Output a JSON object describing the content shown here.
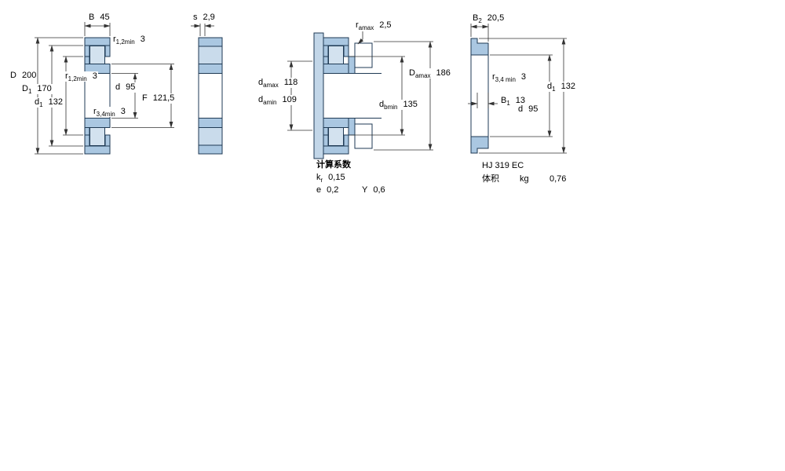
{
  "colors": {
    "ring_fill": "#aac7e1",
    "roller_fill": "#d3e2ef",
    "spacer_fill": "#c2d6e8",
    "outline": "#1f3a54",
    "dim_line": "#333333",
    "text": "#000000",
    "background": "#ffffff"
  },
  "drawing1": {
    "dims": {
      "B": {
        "base": "B",
        "sub": "",
        "value": "45"
      },
      "r12_top": {
        "base": "r",
        "sub": "1,2min",
        "value": "3"
      },
      "D": {
        "base": "D",
        "sub": "",
        "value": "200"
      },
      "D1": {
        "base": "D",
        "sub": "1",
        "value": "170"
      },
      "d1": {
        "base": "d",
        "sub": "1",
        "value": "132"
      },
      "r12_side": {
        "base": "r",
        "sub": "1,2min",
        "value": "3"
      },
      "d": {
        "base": "d",
        "sub": "",
        "value": "95"
      },
      "r34": {
        "base": "r",
        "sub": "3,4min",
        "value": "3"
      },
      "F": {
        "base": "F",
        "sub": "",
        "value": "121,5"
      }
    }
  },
  "drawing2": {
    "dims": {
      "s": {
        "base": "s",
        "sub": "",
        "value": "2,9"
      }
    }
  },
  "drawing3": {
    "dims": {
      "ra": {
        "base": "r",
        "sub": "amax",
        "value": "2,5"
      },
      "damax": {
        "base": "d",
        "sub": "amax",
        "value": "118"
      },
      "damin": {
        "base": "d",
        "sub": "amin",
        "value": "109"
      },
      "Damax": {
        "base": "D",
        "sub": "amax",
        "value": "186"
      },
      "dbmin": {
        "base": "d",
        "sub": "bmin",
        "value": "135"
      }
    },
    "calc": {
      "title": "计算系数",
      "kr": {
        "base": "k",
        "sub": "r",
        "value": "0,15"
      },
      "e": {
        "base": "e",
        "sub": "",
        "value": "0,2"
      },
      "Y": {
        "base": "Y",
        "sub": "",
        "value": "0,6"
      }
    }
  },
  "drawing4": {
    "dims": {
      "B2": {
        "base": "B",
        "sub": "2",
        "value": "20,5"
      },
      "r34": {
        "base": "r",
        "sub": "3,4 min",
        "value": "3"
      },
      "d1": {
        "base": "d",
        "sub": "1",
        "value": "132"
      },
      "B1": {
        "base": "B",
        "sub": "1",
        "value": "13"
      },
      "d": {
        "base": "d",
        "sub": "",
        "value": "95"
      }
    },
    "designation": "HJ 319 EC",
    "mass": {
      "label": "体积",
      "unit": "kg",
      "value": "0,76"
    }
  }
}
